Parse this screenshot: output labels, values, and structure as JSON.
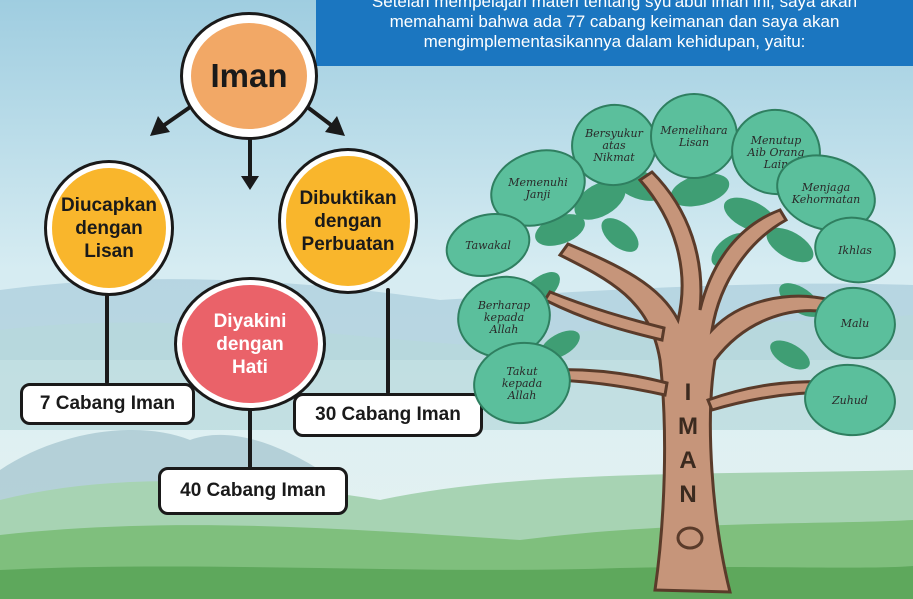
{
  "banner": {
    "line1": "Setelah mempelajari materi tentang syu'abul iman ini, saya akan",
    "line2": "memahami bahwa ada 77 cabang keimanan dan saya akan",
    "line3": "mengimplementasikannya dalam kehidupan, yaitu:"
  },
  "concept": {
    "root": "Iman",
    "lisan": "Diucapkan\ndengan\nLisan",
    "perbuatan": "Dibuktikan\ndengan\nPerbuatan",
    "hati": "Diyakini\ndengan\nHati",
    "count_lisan": "7 Cabang Iman",
    "count_perbuatan": "30 Cabang Iman",
    "count_hati": "40 Cabang Iman"
  },
  "tree": {
    "trunk_letters": [
      "I",
      "M",
      "A",
      "N"
    ],
    "leaves": [
      {
        "id": "bersyukur",
        "lines": [
          "Bersyukur",
          "atas",
          "Nikmat"
        ]
      },
      {
        "id": "memelihara",
        "lines": [
          "Memelihara",
          "Lisan"
        ]
      },
      {
        "id": "menutup",
        "lines": [
          "Menutup",
          "Aib Orang",
          "Lain"
        ]
      },
      {
        "id": "memenuhi",
        "lines": [
          "Memenuhi",
          "Janji"
        ]
      },
      {
        "id": "menjaga",
        "lines": [
          "Menjaga",
          "Kehormatan"
        ]
      },
      {
        "id": "tawakal",
        "lines": [
          "Tawakal"
        ]
      },
      {
        "id": "ikhlas",
        "lines": [
          "Ikhlas"
        ]
      },
      {
        "id": "berharap",
        "lines": [
          "Berharap",
          "kepada",
          "Allah"
        ]
      },
      {
        "id": "malu",
        "lines": [
          "Malu"
        ]
      },
      {
        "id": "takut",
        "lines": [
          "Takut",
          "kepada",
          "Allah"
        ]
      },
      {
        "id": "zuhud",
        "lines": [
          "Zuhud"
        ]
      }
    ]
  },
  "colors": {
    "banner": "#1b76c0",
    "root_fill": "#f2a866",
    "branch_fill": "#f9b62c",
    "hati_fill": "#ea6269",
    "leaf_fill": "#5bbf9c",
    "trunk": "#c6957a"
  }
}
